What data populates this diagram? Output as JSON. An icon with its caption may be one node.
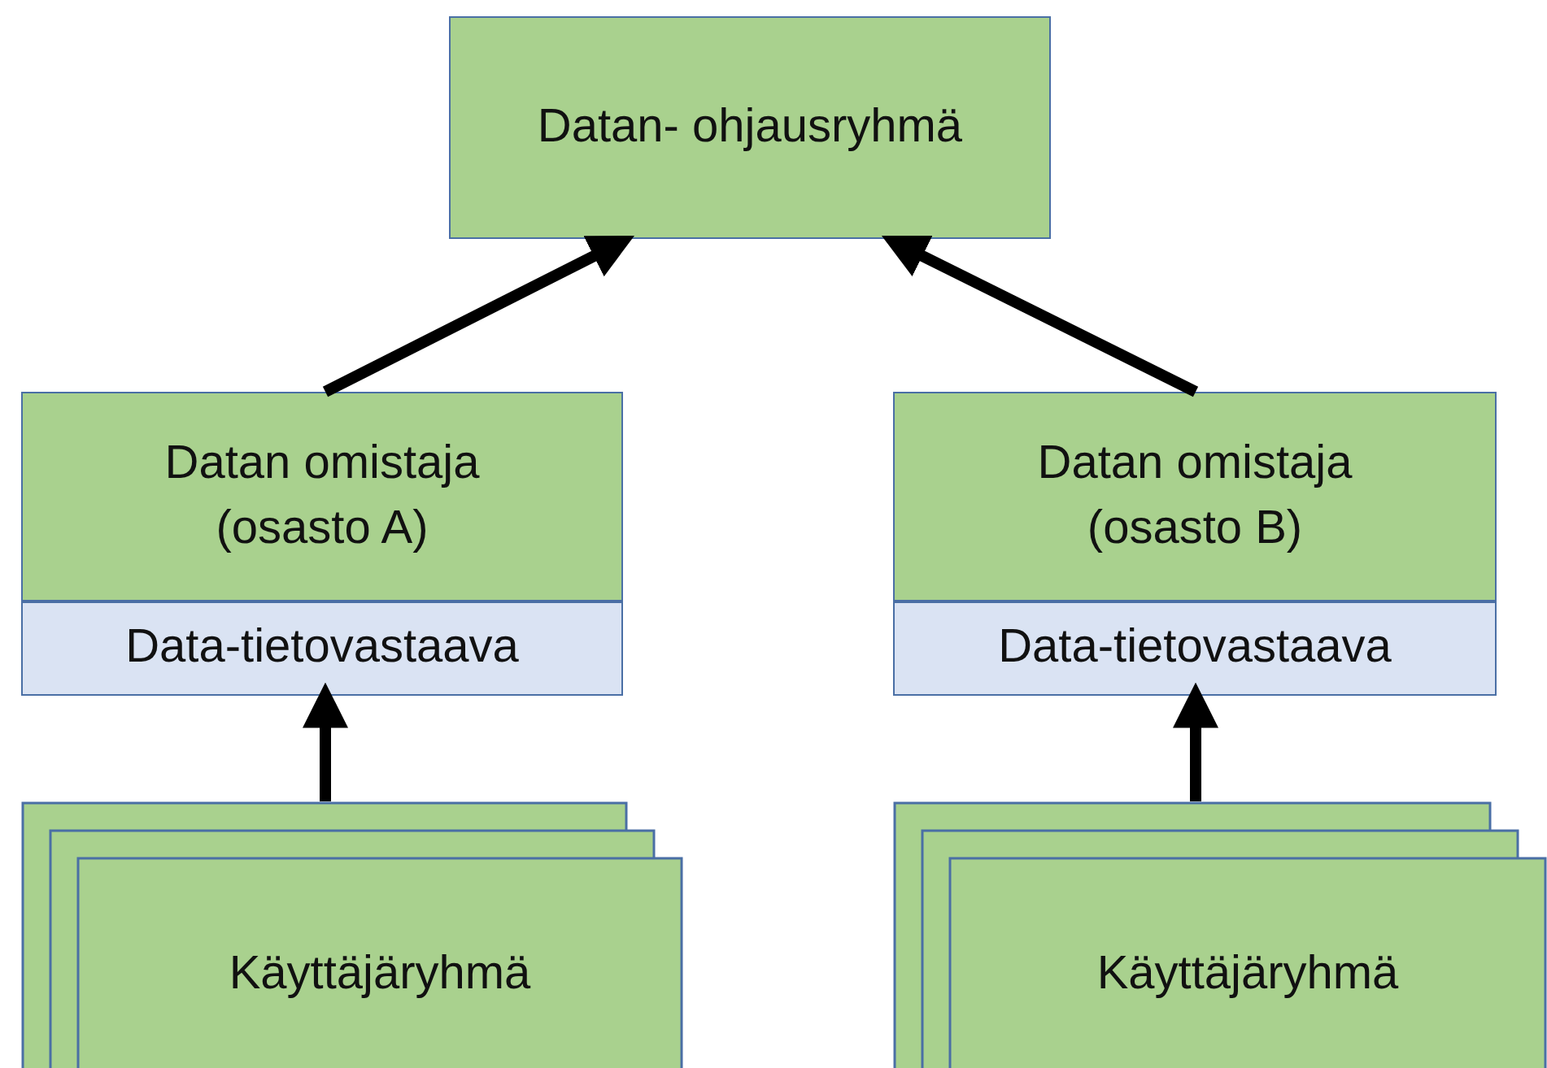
{
  "diagram": {
    "nodes": [
      {
        "text": [
          "Datan- ohjausryhmä"
        ]
      },
      {
        "text": [
          "Datan omistaja (osasto A)"
        ]
      },
      {
        "text": [
          "Data-tietovastaava"
        ]
      },
      {
        "text": [
          "Käyttäjäryhmä"
        ]
      },
      {
        "text": [
          "Datan omistaja (osasto B)"
        ]
      },
      {
        "text": [
          "Data-tietovastaava"
        ]
      },
      {
        "text": [
          "Käyttäjäryhmä"
        ]
      }
    ],
    "edges": [
      {
        "from": 1,
        "to": 0,
        "arrow": "to"
      },
      {
        "from": 4,
        "to": 0,
        "arrow": "to"
      },
      {
        "from": 3,
        "to": 2,
        "arrow": "to"
      },
      {
        "from": 6,
        "to": 5,
        "arrow": "to"
      }
    ]
  }
}
